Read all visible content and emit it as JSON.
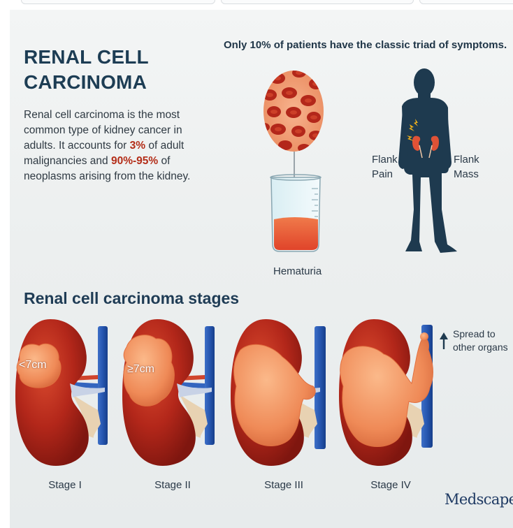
{
  "header": {
    "title": "RENAL CELL\nCARCINOMA",
    "description": {
      "part1": "Renal cell carcinoma is the most common type of kidney cancer in adults. It accounts for ",
      "highlight1": "3%",
      "part2": " of adult malignancies and ",
      "highlight2": "90%-95%",
      "part3": " of neoplasms arising from the kidney."
    }
  },
  "triad": {
    "heading": "Only 10% of patients have the classic triad of symptoms.",
    "hematuria": "Hematuria",
    "flank_pain": "Flank\nPain",
    "flank_mass": "Flank\nMass"
  },
  "stages": {
    "heading": "Renal cell carcinoma stages",
    "items": [
      {
        "label": "Stage I",
        "tumor_text": "<7cm"
      },
      {
        "label": "Stage II",
        "tumor_text": "≥7cm"
      },
      {
        "label": "Stage III",
        "tumor_text": ""
      },
      {
        "label": "Stage IV",
        "tumor_text": ""
      }
    ],
    "spread_text": "Spread to other organs"
  },
  "brand": {
    "logo": "Medscape"
  },
  "colors": {
    "title": "#1d3d54",
    "highlight": "#b32d18",
    "kidney": "#b02a1a",
    "tumor": "#f08a57",
    "vessel": "#2757b0",
    "silhouette": "#1e3a4f"
  }
}
